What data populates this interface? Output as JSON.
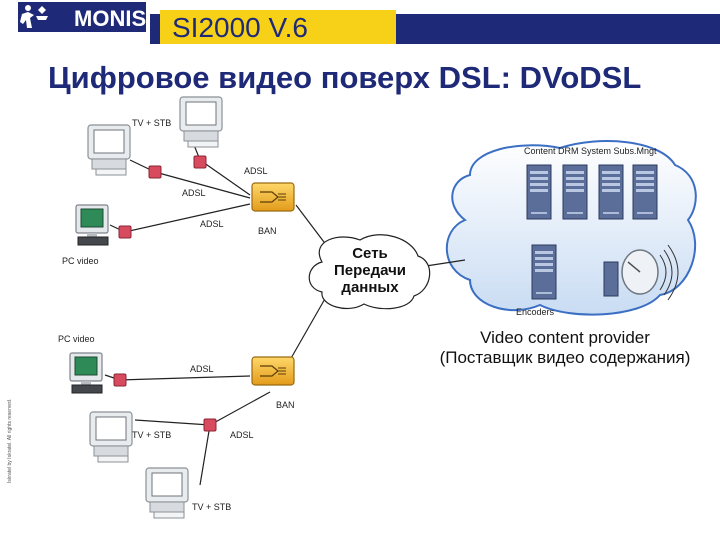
{
  "brand": {
    "logo_text": "MONIS"
  },
  "header": {
    "title": "SI2000 V.6"
  },
  "slide": {
    "subtitle": "Цифровое видео поверх DSL: DVoDSL"
  },
  "labels": {
    "tv_stb_1": "TV + STB",
    "adsl_1": "ADSL",
    "adsl_2": "ADSL",
    "adsl_3": "ADSL",
    "ban_1": "BAN",
    "pc_video_1": "PC video",
    "pc_video_2": "PC video",
    "adsl_4": "ADSL",
    "ban_2": "BAN",
    "tv_stb_2": "TV + STB",
    "adsl_5": "ADSL",
    "tv_stb_3": "TV + STB",
    "network": "Сеть Передачи данных",
    "servers_header": "Content  DRM  System  Subs.Mngt",
    "encoders": "Encoders",
    "provider_line1": "Video content provider",
    "provider_line2": "(Поставщик видео содержания)",
    "copyright": "Iskratel by Iskratel. All rights reserved."
  },
  "colors": {
    "brand_navy": "#1e2a78",
    "title_yellow": "#f7d117",
    "cloud_fill": "#dfe9f7",
    "cloud_stroke": "#3b6fc4",
    "server_fill": "#5a6e99",
    "modem_fill": "#d84a5e",
    "mux_fill": "#f2b531"
  }
}
